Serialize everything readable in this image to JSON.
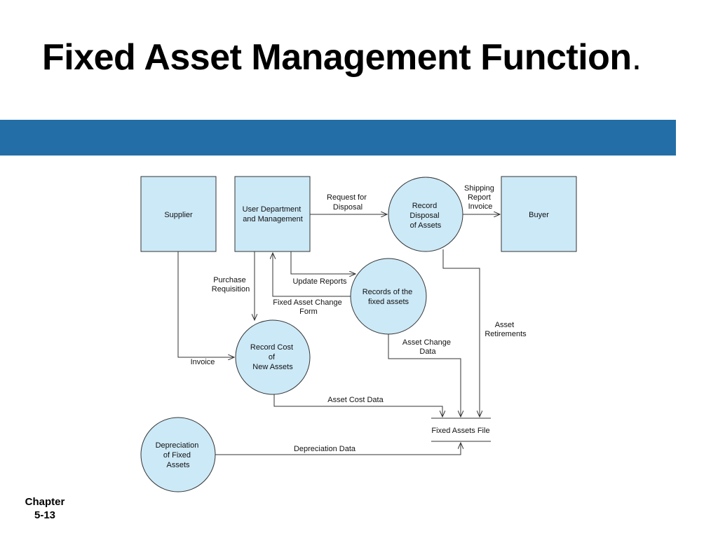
{
  "title": {
    "text": "Fixed Asset Management Function",
    "period": "."
  },
  "footer": {
    "line1": "Chapter",
    "line2": "5-13"
  },
  "colors": {
    "band": "#236ea6",
    "node_fill": "#cce9f7",
    "line": "#333333"
  },
  "diagram": {
    "external_entities": {
      "supplier": [
        "Supplier"
      ],
      "user_department": [
        "User Department",
        "and Management"
      ],
      "buyer": [
        "Buyer"
      ]
    },
    "processes": {
      "record_disposal": [
        "Record",
        "Disposal",
        "of Assets"
      ],
      "records_fixed_assets": [
        "Records of the",
        "fixed assets"
      ],
      "record_cost": [
        "Record Cost",
        "of",
        "New Assets"
      ],
      "depreciation": [
        "Depreciation",
        "of Fixed",
        "Assets"
      ]
    },
    "data_store": {
      "label": "Fixed Assets File"
    },
    "flows": {
      "request_disposal": [
        "Request for",
        "Disposal"
      ],
      "shipping_report": [
        "Shipping",
        "Report",
        "Invoice"
      ],
      "purchase_requisition": [
        "Purchase",
        "Requisition"
      ],
      "update_reports": [
        "Update Reports"
      ],
      "fixed_asset_change_form": [
        "Fixed Asset Change",
        "Form"
      ],
      "invoice": [
        "Invoice"
      ],
      "asset_retirements": [
        "Asset",
        "Retirements"
      ],
      "asset_change_data": [
        "Asset Change",
        "Data"
      ],
      "asset_cost_data": [
        "Asset Cost Data"
      ],
      "depreciation_data": [
        "Depreciation Data"
      ]
    }
  }
}
